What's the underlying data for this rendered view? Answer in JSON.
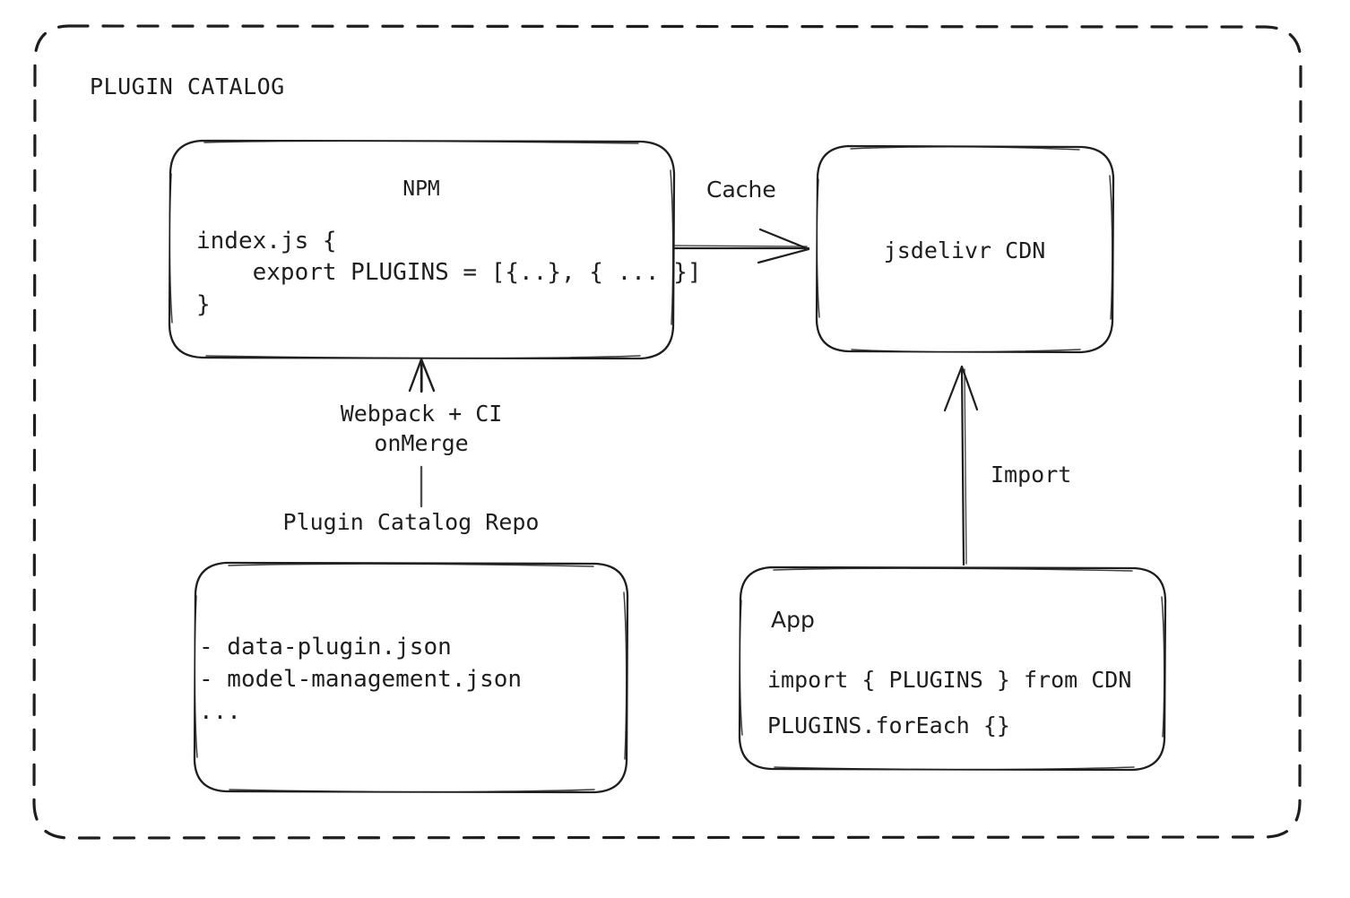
{
  "diagram": {
    "title": "PLUGIN CATALOG",
    "stroke_color": "#1e1e1e",
    "background_color": "#ffffff",
    "nodes": {
      "npm": {
        "title": "NPM",
        "code": "index.js {\n    export PLUGINS = [{..}, { ... }]\n}"
      },
      "cdn": {
        "title": "jsdelivr CDN"
      },
      "repo": {
        "title": "Plugin Catalog Repo",
        "list": "- data-plugin.json\n- model-management.json\n..."
      },
      "app": {
        "title": "App",
        "line1": "import { PLUGINS } from CDN",
        "line2": "PLUGINS.forEach {}"
      }
    },
    "edges": {
      "cache": "Cache",
      "import": "Import",
      "webpack": "Webpack + CI\nonMerge"
    }
  }
}
